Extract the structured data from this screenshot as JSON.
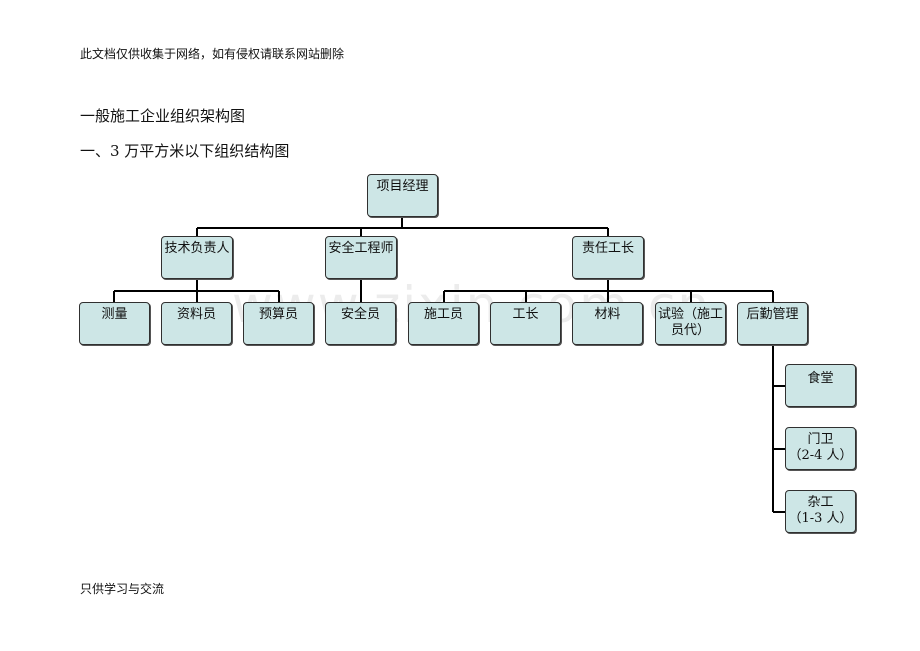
{
  "page": {
    "header_note": "此文档仅供收集于网络，如有侵权请联系网站删除",
    "doc_title": "一般施工企业组织架构图",
    "section_title": "一、3 万平方米以下组织结构图",
    "footer_note": "只供学习与交流",
    "watermark": "www.zixin.com.cn"
  },
  "org_chart": {
    "root": "项目经理",
    "level2": [
      "技术负责人",
      "安全工程师",
      "责任工长"
    ],
    "level3": [
      "测量",
      "资料员",
      "预算员",
      "安全员",
      "施工员",
      "工长",
      "材料",
      "试验（施工员代）",
      "后勤管理"
    ],
    "logistics_sub": [
      "食堂",
      "门卫\n（2-4 人）",
      "杂工\n（1-3 人）"
    ],
    "colors": {
      "node_fill": "#cde6e6",
      "node_border": "#303030",
      "line": "#000000"
    }
  }
}
